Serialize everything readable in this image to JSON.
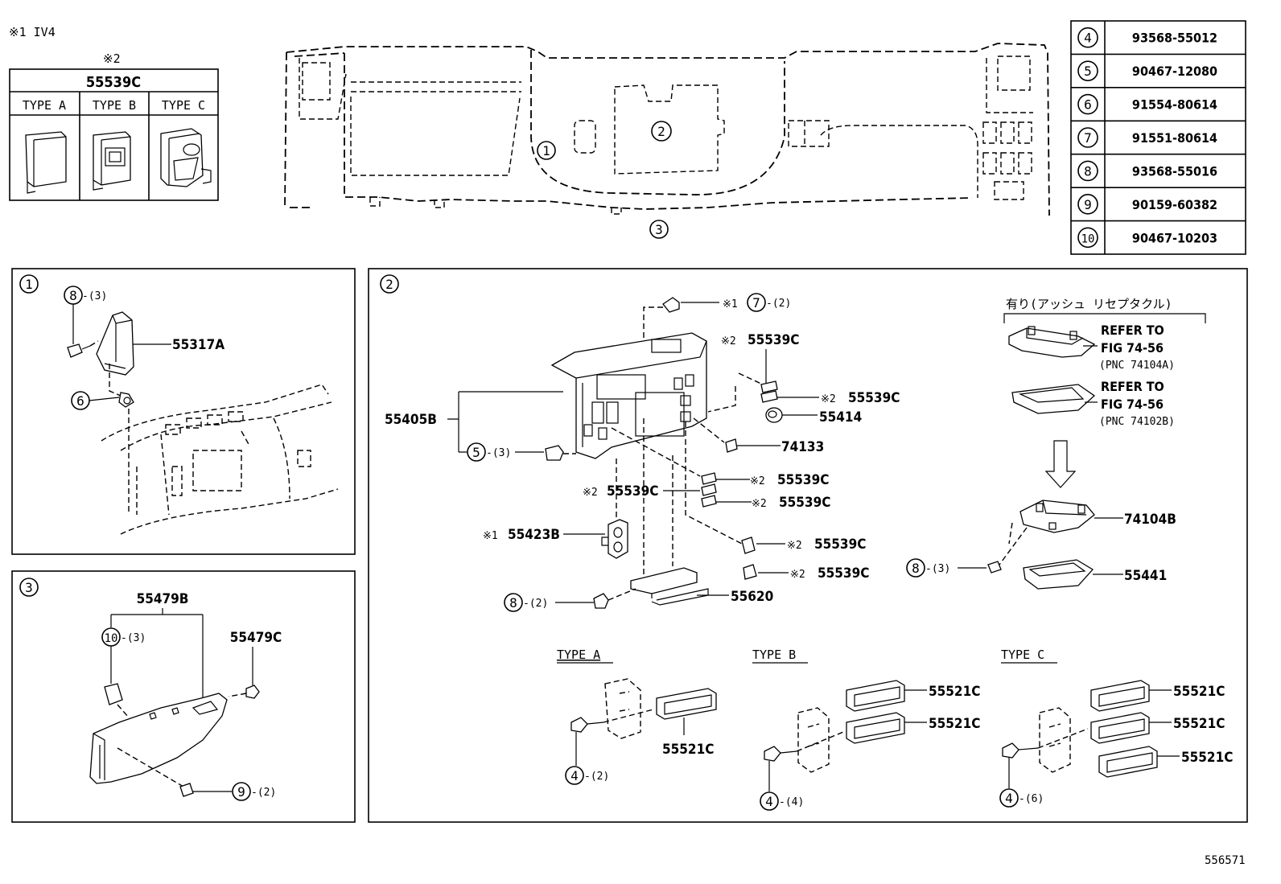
{
  "notes": {
    "note1": "※1 IV4",
    "note2": "※2"
  },
  "type_table": {
    "part_no": "55539C",
    "col_a": "TYPE A",
    "col_b": "TYPE B",
    "col_c": "TYPE C"
  },
  "hardware_table": [
    {
      "ref": "4",
      "part_no": "93568-55012"
    },
    {
      "ref": "5",
      "part_no": "90467-12080"
    },
    {
      "ref": "6",
      "part_no": "91554-80614"
    },
    {
      "ref": "7",
      "part_no": "91551-80614"
    },
    {
      "ref": "8",
      "part_no": "93568-55016"
    },
    {
      "ref": "9",
      "part_no": "90159-60382"
    },
    {
      "ref": "10",
      "part_no": "90467-10203"
    }
  ],
  "overview": {
    "ref1": "1",
    "ref2": "2",
    "ref3": "3"
  },
  "panel1": {
    "ref": "1",
    "qty_8": "-(3)",
    "part_55317A": "55317A"
  },
  "panel3": {
    "ref": "3",
    "part_55479B": "55479B",
    "part_55479C": "55479C",
    "qty_10": "-(3)",
    "qty_9": "-(2)"
  },
  "panel2": {
    "ref": "2",
    "screw7_mark": "※1",
    "qty_7": "-(2)",
    "lbl_55539C_top": "55539C",
    "lbl_55539C_b": "55539C",
    "lbl_55414": "55414",
    "lbl_74133": "74133",
    "lbl_55405B": "55405B",
    "qty_5": "-(3)",
    "lbl_55539C_left": "55539C",
    "lbl_55539C_m1": "55539C",
    "lbl_55539C_m2": "55539C",
    "lbl_55423B": "55423B",
    "lbl_55539C_l1": "55539C",
    "lbl_55539C_l2": "55539C",
    "qty_8b": "-(2)",
    "lbl_55620": "55620",
    "mark1": "※1",
    "mark2": "※2",
    "jp_title": "有り(アッシュ リセプタクル)",
    "refer1_a": "REFER TO",
    "refer1_b": "FIG 74-56",
    "refer1_c": "(PNC 74104A)",
    "refer2_a": "REFER TO",
    "refer2_b": "FIG 74-56",
    "refer2_c": "(PNC 74102B)",
    "lbl_74104B": "74104B",
    "qty_8c": "-(3)",
    "lbl_55441": "55441",
    "type_a": "TYPE A",
    "type_b": "TYPE B",
    "type_c": "TYPE C",
    "lbl_55521C": "55521C",
    "qty_4a": "-(2)",
    "qty_4b": "-(4)",
    "qty_4c": "-(6)"
  },
  "figure_id": "556571"
}
